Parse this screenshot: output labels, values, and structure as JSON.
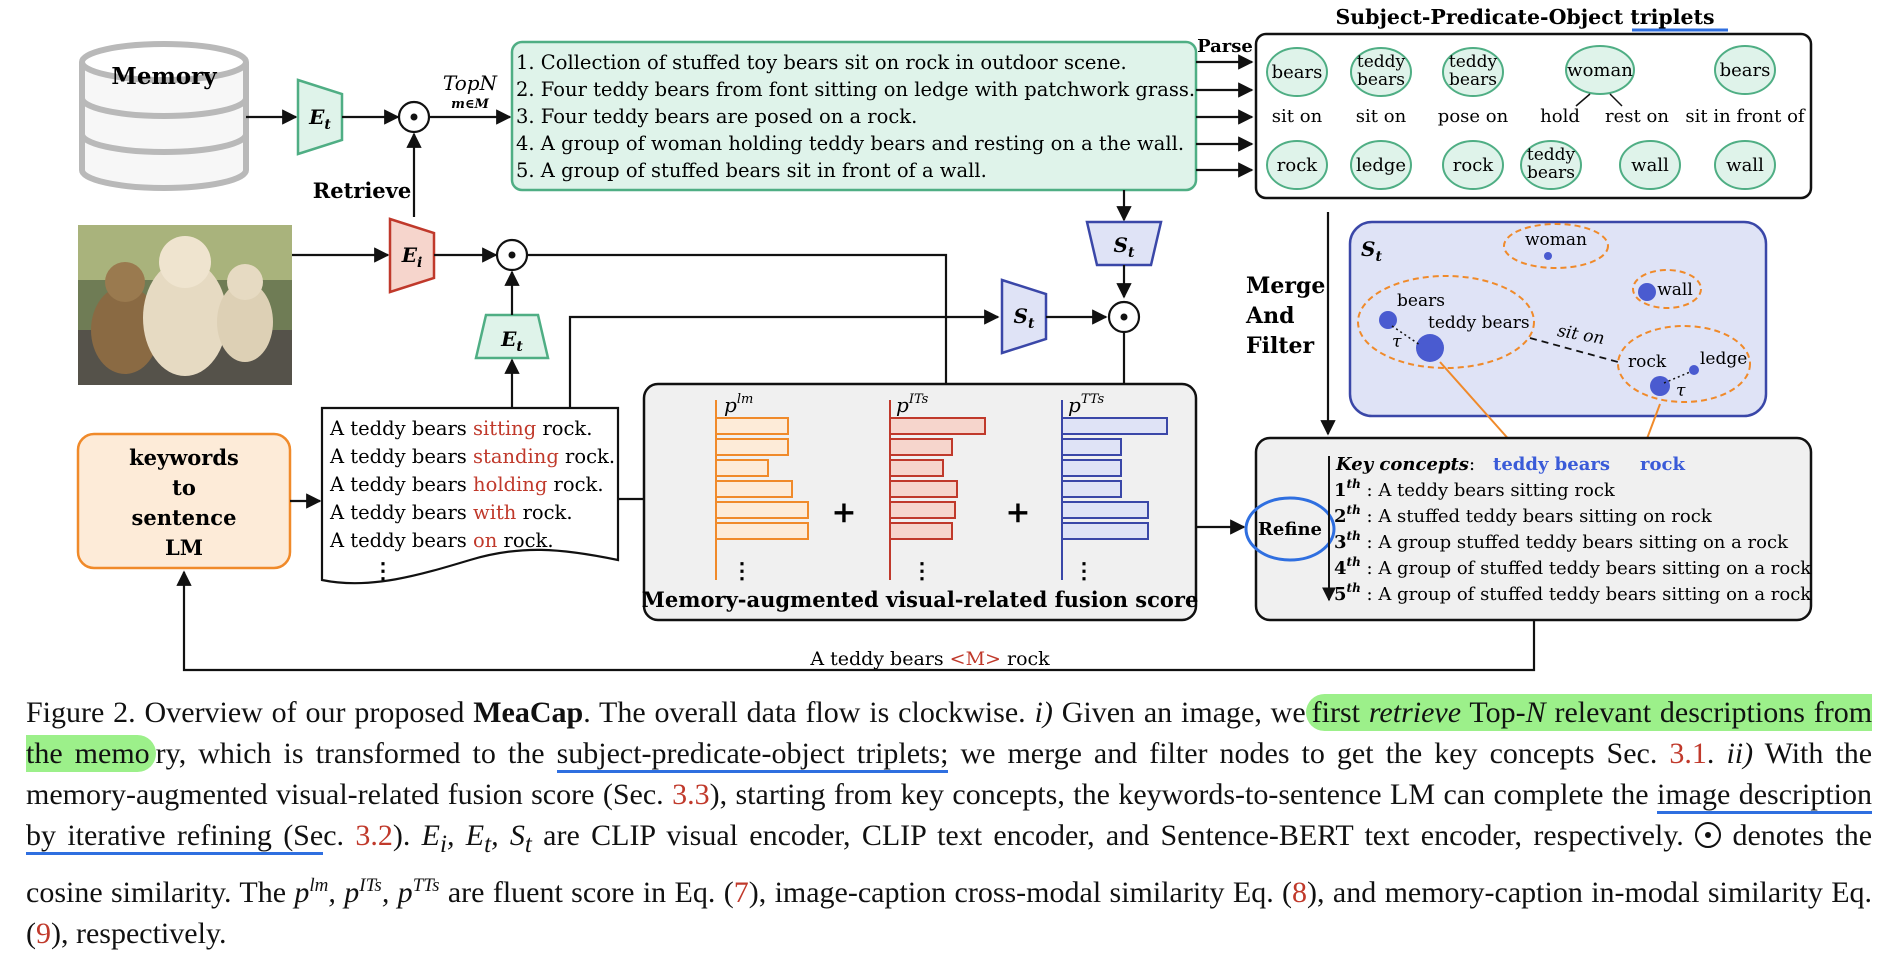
{
  "figure": {
    "memory_label": "Memory",
    "retrieve_label": "Retrieve",
    "topn_label": "TopN",
    "topn_sub": "m∈M",
    "parse_label": "Parse",
    "merge_label": [
      "Merge",
      "And",
      "Filter"
    ],
    "encoders": {
      "et": "E",
      "et_sub": "t",
      "ei": "E",
      "ei_sub": "i",
      "st": "S",
      "st_sub": "t"
    },
    "retrieved_descriptions": [
      "1. Collection of stuffed toy bears sit on rock in outdoor scene.",
      "2. Four teddy bears from font sitting on ledge with patchwork grass.",
      "3. Four teddy bears are posed on a rock.",
      "4. A group of woman holding teddy bears and resting on a the wall.",
      "5. A group of stuffed bears sit in front of a wall."
    ],
    "triplets_title": "Subject-Predicate-Object triplets",
    "triplets": [
      {
        "subject": "bears",
        "predicate": "sit on",
        "object": "rock"
      },
      {
        "subject": "teddy bears",
        "predicate": "sit on",
        "object": "ledge"
      },
      {
        "subject": "teddy bears",
        "predicate": "pose on",
        "object": "rock"
      },
      {
        "subject": "woman",
        "predicate": "hold",
        "object": "teddy bears"
      },
      {
        "subject": "woman",
        "predicate": "rest on",
        "object": "wall"
      },
      {
        "subject": "bears",
        "predicate": "sit in front of",
        "object": "wall"
      }
    ],
    "graph": {
      "title": "S",
      "title_sub": "t",
      "nodes": [
        "woman",
        "wall",
        "bears",
        "teddy bears",
        "rock",
        "ledge"
      ],
      "edge_label": "sit on",
      "tau": "τ"
    },
    "lm_box": [
      "keywords",
      "to",
      "sentence",
      "LM"
    ],
    "candidate_prefix": "A teddy bears",
    "candidate_words": [
      "sitting",
      "standing",
      "holding",
      "with",
      "on"
    ],
    "candidate_suffix": "rock.",
    "score_labels": {
      "lm": "lm",
      "its": "ITs",
      "tts": "TTs",
      "p": "p"
    },
    "score_bars": {
      "lm": [
        0.64,
        0.64,
        0.46,
        0.68,
        0.82,
        0.82
      ],
      "its": [
        0.85,
        0.55,
        0.47,
        0.6,
        0.58,
        0.55
      ],
      "tts": [
        0.94,
        0.53,
        0.53,
        0.53,
        0.77,
        0.77
      ]
    },
    "score_title": "Memory-augmented visual-related fusion score",
    "refine_label": "Refine",
    "key_concepts_label": "Key concepts",
    "key_concepts": [
      "teddy bears",
      "rock"
    ],
    "iterations": [
      {
        "ord": "1",
        "sup": "th",
        "text": "A teddy bears sitting rock"
      },
      {
        "ord": "2",
        "sup": "th",
        "text": "A stuffed teddy bears sitting on rock"
      },
      {
        "ord": "3",
        "sup": "th",
        "text": "A group stuffed teddy bears sitting on a rock"
      },
      {
        "ord": "4",
        "sup": "th",
        "text": "A group of stuffed teddy bears sitting on a rock"
      },
      {
        "ord": "5",
        "sup": "th",
        "text": "A group of stuffed teddy bears sitting on a rock"
      }
    ],
    "feedback_prefix": "A teddy bears ",
    "feedback_mask": "<M>",
    "feedback_suffix": " rock",
    "colors": {
      "green_fill": "#dff3ea",
      "green_stroke": "#4fae84",
      "red_fill": "#f6d5cc",
      "red_stroke": "#c0392b",
      "blue_fill": "#dfe3f6",
      "blue_stroke": "#3a47a8",
      "orange_fill": "#fdebd8",
      "orange_stroke": "#f08a2a",
      "node_blue": "#4a5bd0",
      "word_red": "#c0392b"
    }
  },
  "caption": {
    "figure_no": "Figure 2.",
    "s1": "Overview of our proposed",
    "method": "MeaCap",
    "s2": ". The overall data flow is clockwise.",
    "i_marker": "i)",
    "s3": "Given an image, we",
    "hl1a": "first",
    "hl1b": "retrieve",
    "hl1c": "Top-",
    "hl1d": "N",
    "hl1e": "relevant descriptions from the memo",
    "s4": "ry, which is transformed to the",
    "ul1": "subject-predicate-object triplets;",
    "s5": "we merge and filter nodes to get the key concepts Sec.",
    "ref31": "3.1",
    "s6": ".",
    "ii_marker": "ii)",
    "s7": "With the memory-augmented visual-related fusion score (Sec.",
    "ref33": "3.3",
    "s8": "), starting from key concepts, the keywords-to-sentence LM can complete the",
    "ul2": "image description by iterative refining (Se",
    "s9": "c.",
    "ref32": "3.2",
    "s10": ").",
    "enc_list": "E_i, E_t, S_t",
    "s11": "are CLIP visual encoder, CLIP text encoder, and Sentence-BERT text encoder, respectively.",
    "s12": "denotes the cosine similarity. The",
    "score_list": "p^lm, p^ITs, p^TTs",
    "s13": "are fluent score in Eq. (",
    "ref7": "7",
    "s14": "), image-caption cross-modal similarity Eq. (",
    "ref8": "8",
    "s15": "), and memory-caption in-modal similarity Eq. (",
    "ref9": "9",
    "s16": "), respectively."
  }
}
